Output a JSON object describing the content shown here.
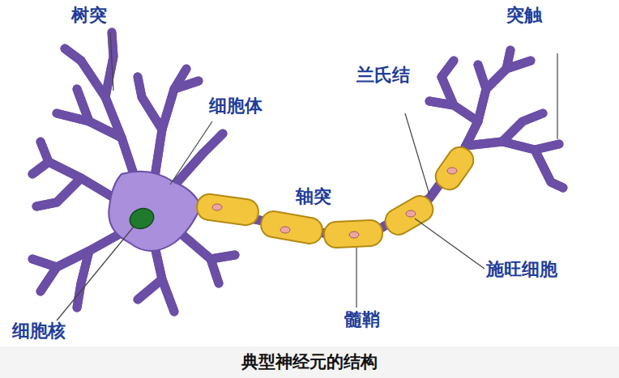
{
  "diagram": {
    "caption": "典型神经元的结构",
    "labels": [
      "树突",
      "突触",
      "兰氏结",
      "细胞体",
      "轴突",
      "施旺细胞",
      "髓鞘",
      "细胞核"
    ]
  }
}
